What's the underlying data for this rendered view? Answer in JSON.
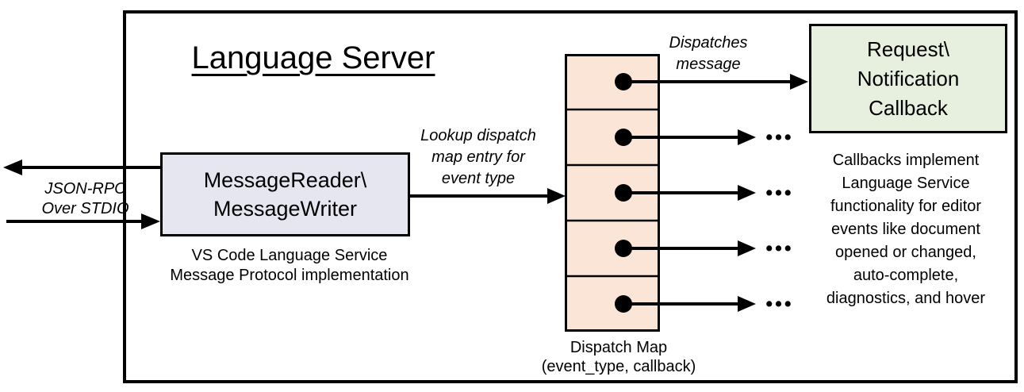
{
  "title": "Language Server",
  "colors": {
    "line": "#000000",
    "reader_box_fill": "#E6E6F0",
    "dispatch_map_fill": "#FBE5D6",
    "callback_box_fill": "#E7EFDF"
  },
  "reader_box": {
    "lines": [
      "MessageReader\\",
      "MessageWriter"
    ],
    "caption": [
      "VS Code Language Service",
      "Message Protocol implementation"
    ]
  },
  "io_label": [
    "JSON-RPC",
    "Over STDIO"
  ],
  "lookup_label": [
    "Lookup dispatch",
    "map entry for",
    "event type"
  ],
  "dispatches_label": [
    "Dispatches",
    "message"
  ],
  "callback_box": {
    "lines": [
      "Request\\",
      "Notification",
      "Callback"
    ]
  },
  "callbacks_note": [
    "Callbacks implement",
    "Language Service",
    "functionality for editor",
    "events like document",
    "opened or changed,",
    "auto-complete,",
    "diagnostics, and hover"
  ],
  "dispatch_map": {
    "caption": [
      "Dispatch Map",
      "(event_type, callback)"
    ],
    "ellipsis": "•••",
    "rows": 5
  }
}
